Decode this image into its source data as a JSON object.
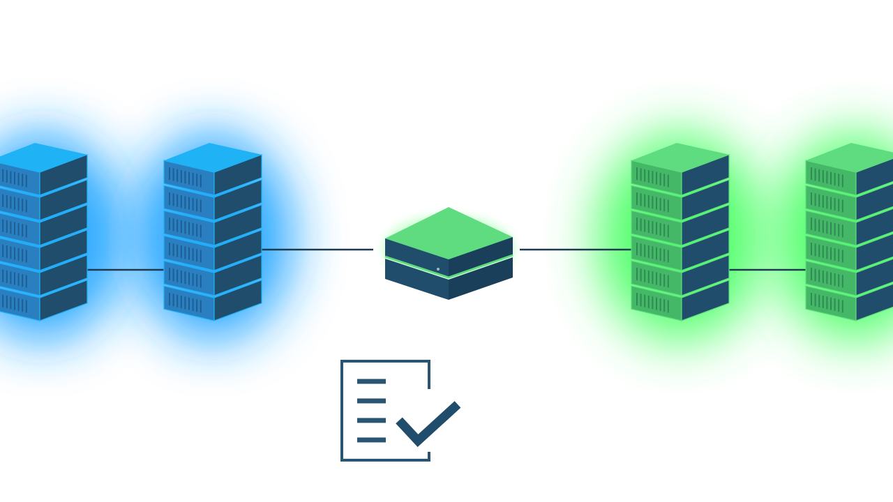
{
  "colors": {
    "background": "#ffffff",
    "blue_glow": "#1aa3ff",
    "blue_top": "#1fb2f4",
    "blue_front": "#2a7fc0",
    "blue_vent": "#1f5e93",
    "green_glow": "#3cff5a",
    "green_top": "#5edc7f",
    "green_front": "#45b868",
    "green_vent": "#2f8a55",
    "dark_side": "#1f4d6b",
    "cable": "#1e3a50",
    "icon_stroke": "#2a5572",
    "check": "#1f4d6b"
  },
  "diagram": {
    "left_cluster": {
      "servers": [
        "server-rack-blue-1",
        "server-rack-blue-2"
      ],
      "icon": "server-rack-icon"
    },
    "center_node": {
      "icon": "network-switch-icon"
    },
    "right_cluster": {
      "servers": [
        "server-rack-green-1",
        "server-rack-green-2"
      ],
      "icon": "server-rack-icon"
    },
    "checklist": {
      "icon": "checklist-icon",
      "lines": 4,
      "checked": true
    }
  }
}
